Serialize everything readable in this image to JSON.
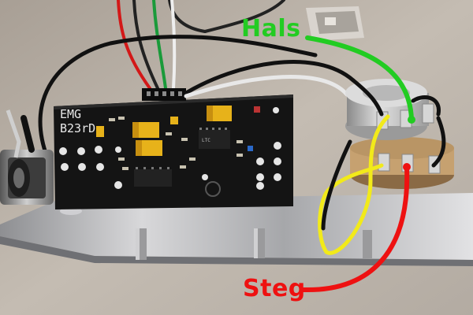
{
  "labels": {
    "neck": "Hals",
    "bridge": "Steg"
  },
  "board": {
    "brand": "EMG",
    "model": "B23rD"
  },
  "colors": {
    "neck_wire": "#22cc22",
    "bridge_wire": "#ee1111",
    "yellow_wire": "#f2ea1a",
    "black_wire": "#111111",
    "pcb": "#121212"
  }
}
